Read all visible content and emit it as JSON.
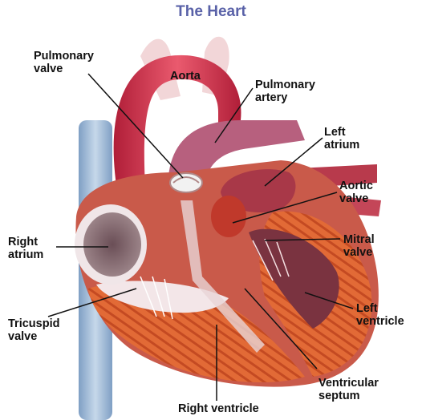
{
  "title": "The Heart",
  "labels": {
    "pulmonary_valve": [
      "Pulmonary",
      "valve"
    ],
    "aorta": "Aorta",
    "pulmonary_artery": [
      "Pulmonary",
      "artery"
    ],
    "left_atrium": [
      "Left",
      "atrium"
    ],
    "aortic_valve": [
      "Aortic",
      "valve"
    ],
    "right_atrium": [
      "Right",
      "atrium"
    ],
    "mitral_valve": [
      "Mitral",
      "valve"
    ],
    "tricuspid_valve": [
      "Tricuspid",
      "valve"
    ],
    "left_ventricle": [
      "Left",
      "ventricle"
    ],
    "ventricular_septum": [
      "Ventricular",
      "septum"
    ],
    "right_ventricle": "Right ventricle"
  },
  "colors": {
    "title": "#5a62a8",
    "vena_cava": "#9bb7d6",
    "aorta": "#d6334a",
    "pulmonary_artery": "#c06b8a",
    "muscle": "#e06a3a",
    "chamber_dark": "#7a3340",
    "atrium_interior": "#8a6f74",
    "leader_line": "#111111"
  }
}
